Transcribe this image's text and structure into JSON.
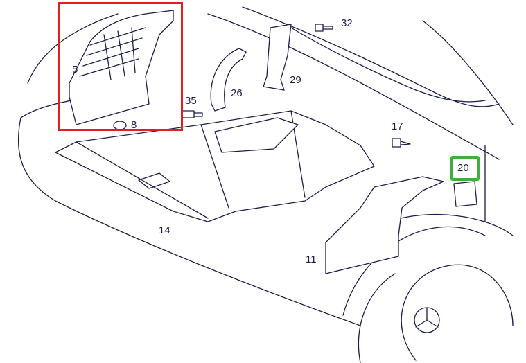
{
  "diagram": {
    "callouts": {
      "p5": "5",
      "p8": "8",
      "p35": "35",
      "p26": "26",
      "p29": "29",
      "p32": "32",
      "p17": "17",
      "p20": "20",
      "p14": "14",
      "p11": "11"
    },
    "highlights": [
      {
        "part": "5",
        "color": "#e02020"
      },
      {
        "part": "20",
        "color": "#3fae3f"
      }
    ]
  }
}
